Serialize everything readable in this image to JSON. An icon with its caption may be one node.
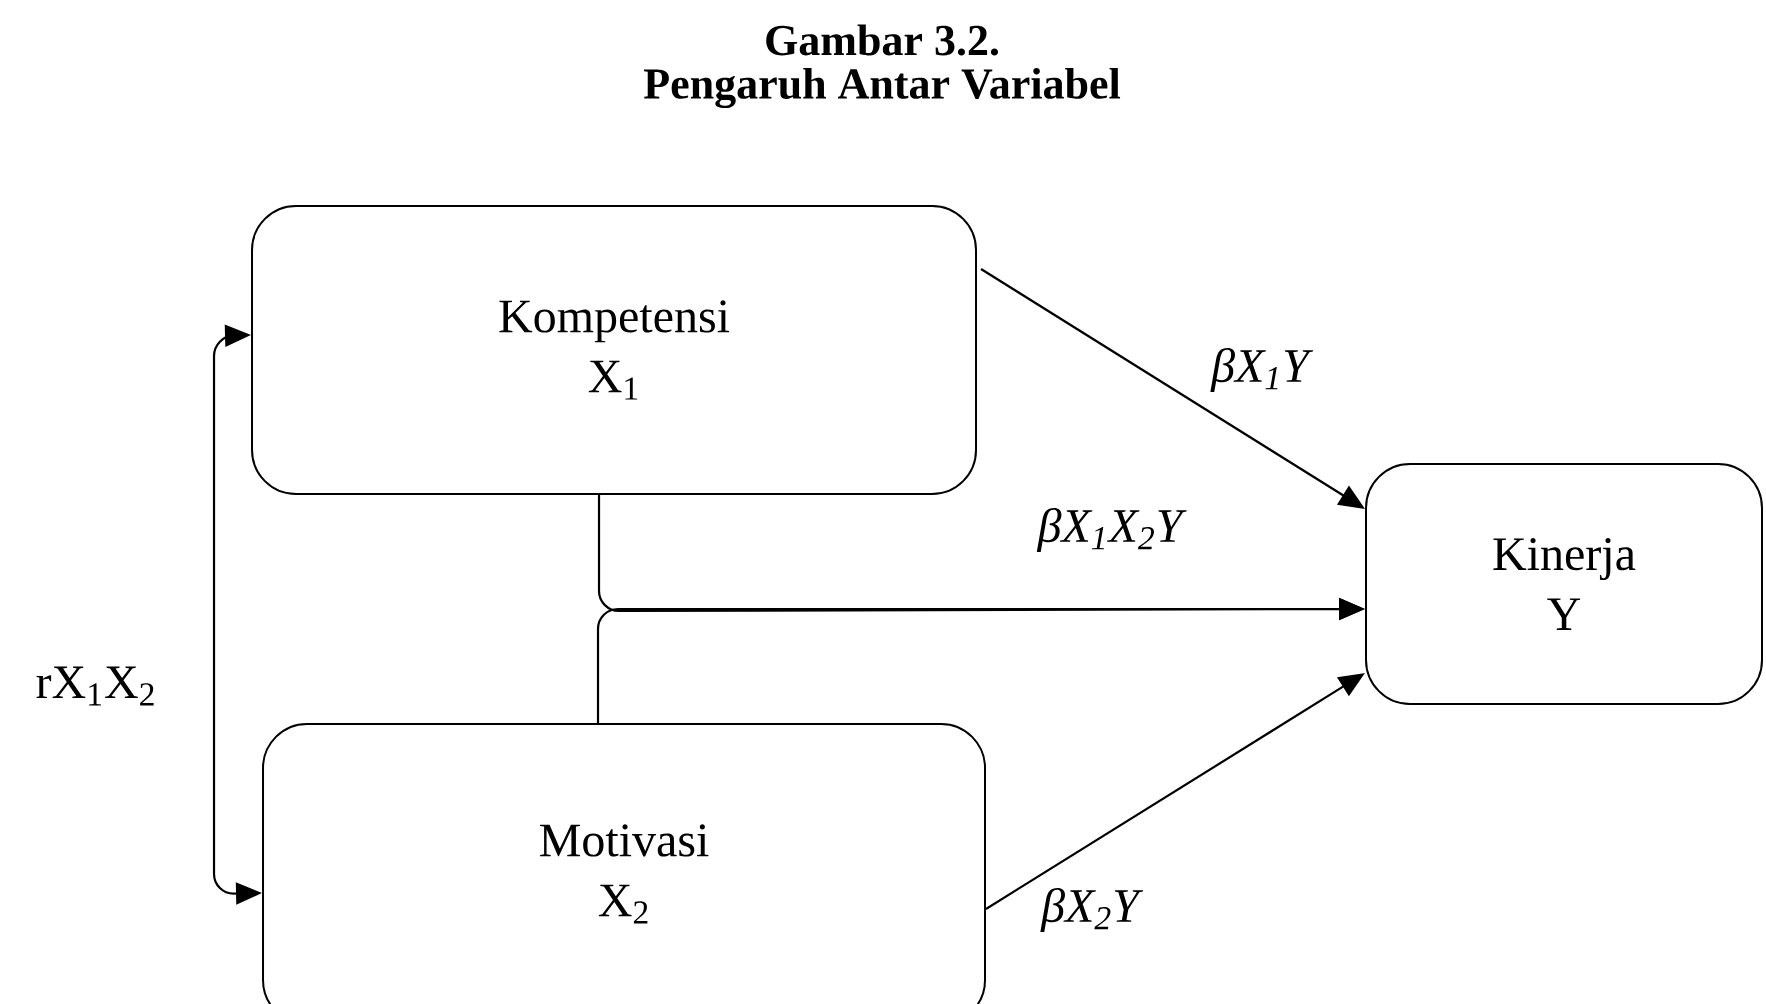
{
  "diagram": {
    "title": "Gambar 3.2.",
    "caption": "Pengaruh Antar Variabel",
    "nodes": [
      {
        "text": [
          "Kompetensi",
          "X$_{1}$"
        ]
      },
      {
        "text": [
          "Motivasi",
          "X$_{2}$"
        ]
      },
      {
        "text": [
          "Kinerja",
          "Y"
        ]
      }
    ],
    "edges": [
      {
        "from": 0,
        "to": 2,
        "arrow": "to",
        "label": "βX$_{1}$Y"
      },
      {
        "from": 0,
        "to": 2,
        "arrow": "to",
        "label": "βX$_{1}$X$_{2}$Y"
      },
      {
        "from": 1,
        "to": 2,
        "arrow": "to"
      },
      {
        "from": 1,
        "to": 2,
        "arrow": "to",
        "label": "βX$_{2}$Y"
      },
      {
        "from": 0,
        "to": 1,
        "arrow": "both",
        "label": "rX$_{1}$X$_{2}$"
      }
    ]
  }
}
